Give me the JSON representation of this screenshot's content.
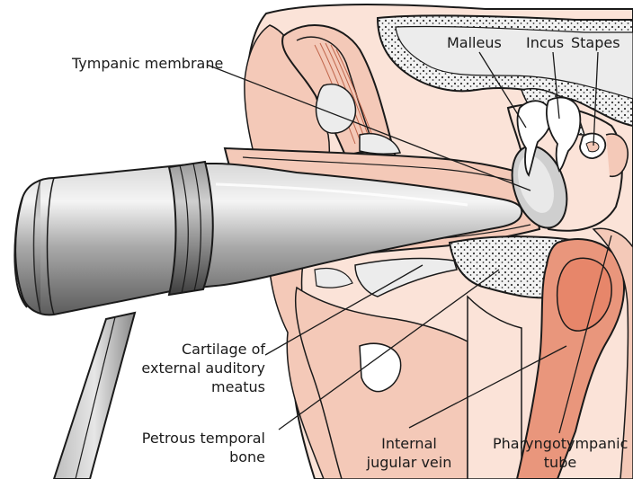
{
  "labels": {
    "tympanic_membrane": "Tympanic membrane",
    "malleus": "Malleus",
    "incus": "Incus",
    "stapes": "Stapes",
    "cartilage_line1": "Cartilage of",
    "cartilage_line2": "external auditory",
    "cartilage_line3": "meatus",
    "petrous_line1": "Petrous temporal",
    "petrous_line2": "bone",
    "jugular_line1": "Internal",
    "jugular_line2": "jugular vein",
    "pharyngo_line1": "Pharyngotympanic",
    "pharyngo_line2": "tube"
  },
  "colors": {
    "tissue": "#f4c9b8",
    "tissue_light": "#fbe3d8",
    "tissue_dark": "#e9967c",
    "outline": "#1a1a1a",
    "bone": "#ececec",
    "instrument": "#8c8c8c"
  }
}
